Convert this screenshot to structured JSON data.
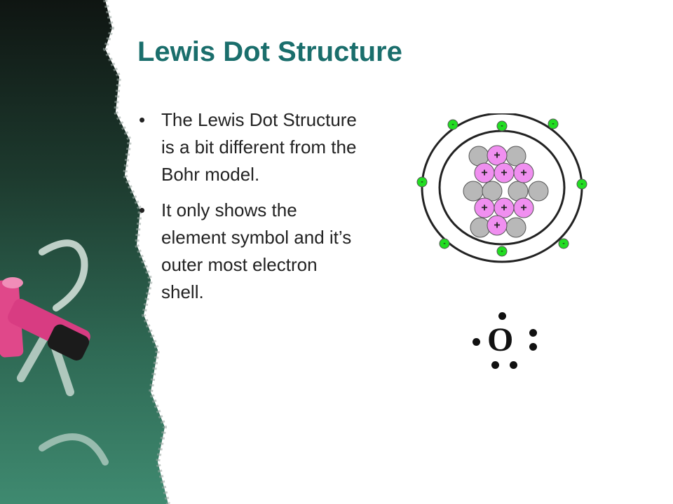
{
  "slide": {
    "title": "Lewis Dot Structure",
    "bullets": [
      "The Lewis Dot Structure is a bit different from the Bohr model.",
      "It only shows the element symbol and it’s outer most electron shell."
    ],
    "bullet_glyph": "•"
  },
  "bohr_model": {
    "proton_label": "+",
    "electron_label": "-",
    "proton_color": "#f08ff0",
    "neutron_color": "#b8b8b8",
    "electron_color": "#22dd22"
  },
  "lewis_structure": {
    "symbol": "O",
    "valence_electrons": 6
  },
  "colors": {
    "title": "#1a6e6c",
    "chalkboard": "#1f4a3a"
  }
}
